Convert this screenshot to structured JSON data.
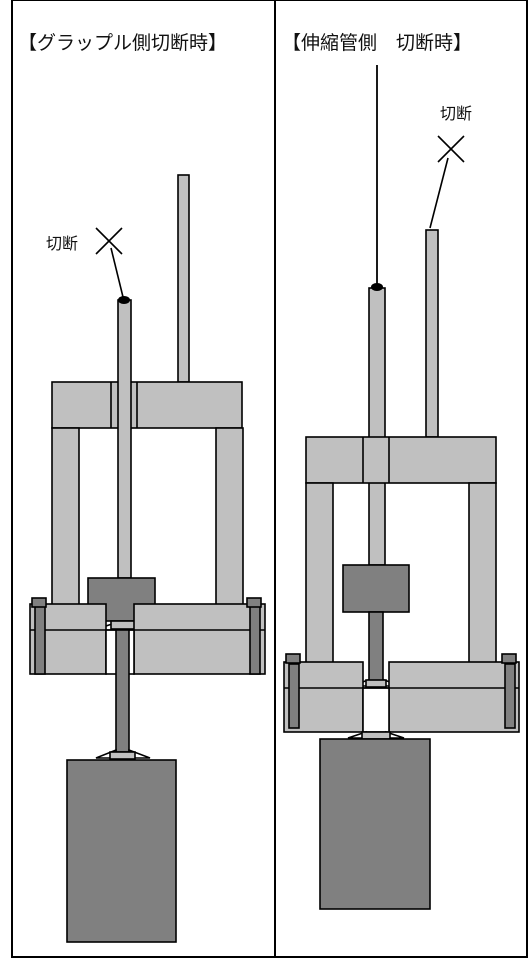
{
  "panels": {
    "left": {
      "title": "【グラップル側切断時】",
      "cut_label": "切断"
    },
    "right": {
      "title": "【伸縮管側　切断時】",
      "cut_label": "切断"
    }
  },
  "colors": {
    "frame_light_gray": "#c0c0c0",
    "block_dark_gray": "#808080",
    "outline": "#000000",
    "background": "#ffffff"
  }
}
